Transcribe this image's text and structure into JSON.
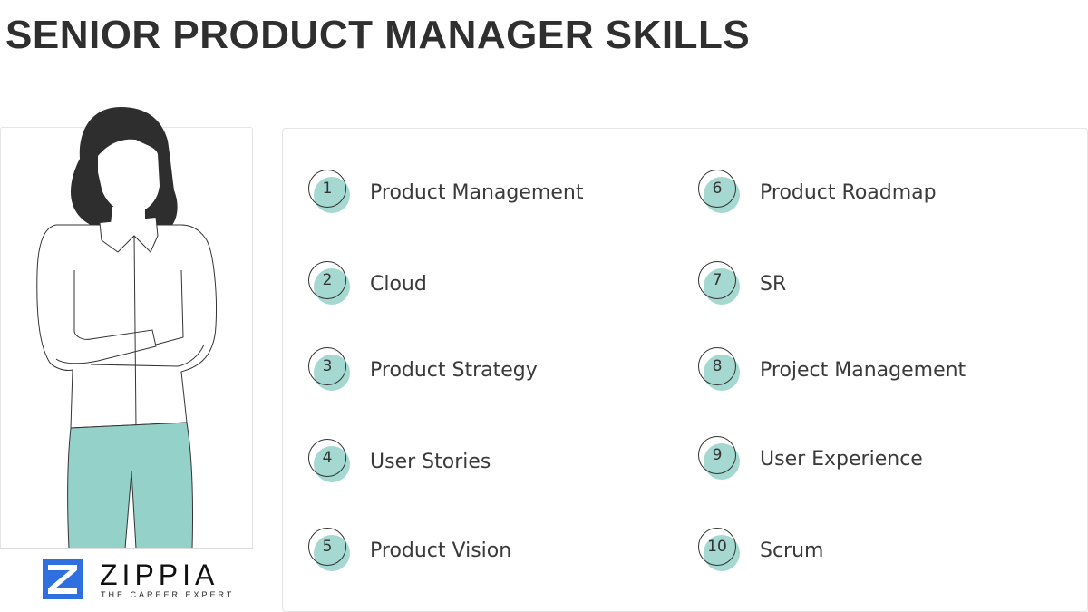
{
  "title": "SENIOR PRODUCT MANAGER SKILLS",
  "colors": {
    "accent_teal": "#94d1c8",
    "hair": "#2e2e2e",
    "logo_blue": "#2f6fe0",
    "title": "#2f2f2f"
  },
  "brand": {
    "name": "ZIPPIA",
    "tagline": "THE CAREER EXPERT",
    "icon": "zippia-z-logo-icon"
  },
  "illustration": {
    "icon": "woman-arms-crossed-illustration"
  },
  "skills": [
    {
      "number": "1",
      "label": "Product Management"
    },
    {
      "number": "2",
      "label": "Cloud"
    },
    {
      "number": "3",
      "label": "Product Strategy"
    },
    {
      "number": "4",
      "label": "User Stories"
    },
    {
      "number": "5",
      "label": "Product Vision"
    },
    {
      "number": "6",
      "label": "Product Roadmap"
    },
    {
      "number": "7",
      "label": "SR"
    },
    {
      "number": "8",
      "label": "Project Management"
    },
    {
      "number": "9",
      "label": "User Experience"
    },
    {
      "number": "10",
      "label": "Scrum"
    }
  ]
}
